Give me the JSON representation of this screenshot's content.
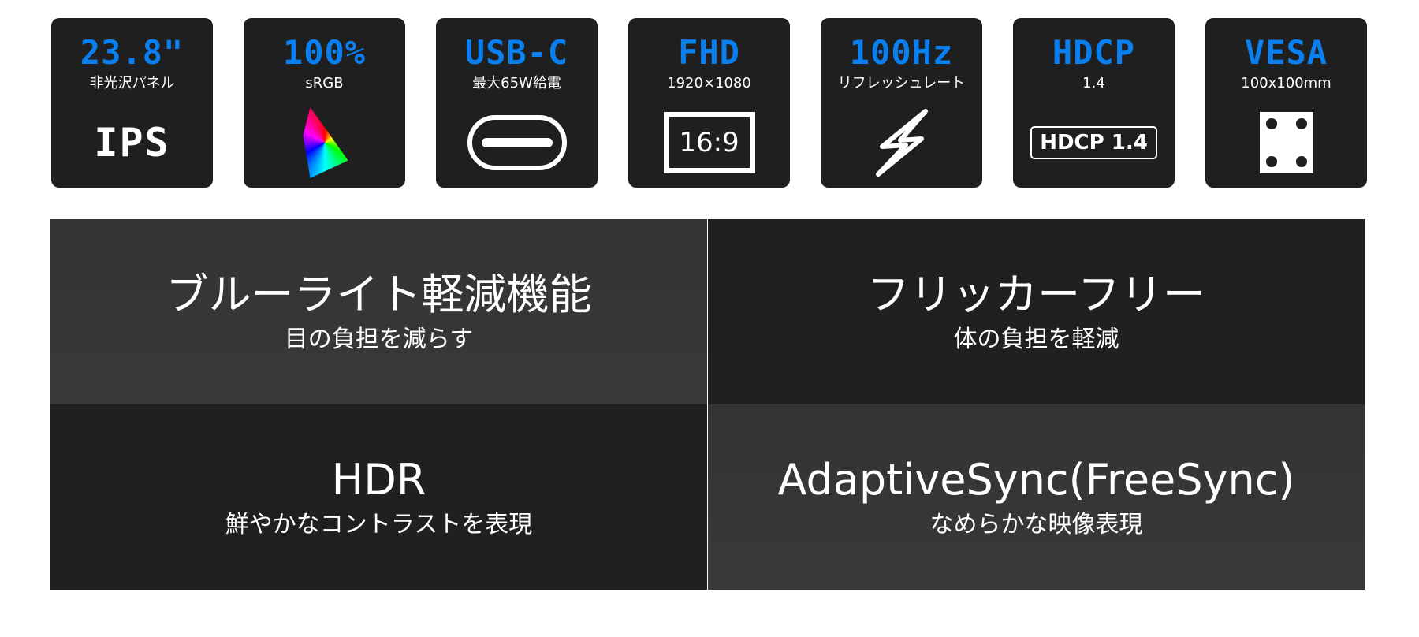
{
  "cards": [
    {
      "title": "23.8\"",
      "subtitle": "非光沢パネル",
      "icon_label": "IPS"
    },
    {
      "title": "100%",
      "subtitle": "sRGB"
    },
    {
      "title": "USB-C",
      "subtitle": "最大65W給電"
    },
    {
      "title": "FHD",
      "subtitle": "1920×1080",
      "icon_label": "16:9"
    },
    {
      "title": "100Hz",
      "subtitle": "リフレッシュレート"
    },
    {
      "title": "HDCP",
      "subtitle": "1.4",
      "icon_label": "HDCP 1.4"
    },
    {
      "title": "VESA",
      "subtitle": "100x100mm"
    }
  ],
  "features": [
    {
      "title": "ブルーライト軽減機能",
      "subtitle": "目の負担を減らす"
    },
    {
      "title": "フリッカーフリー",
      "subtitle": "体の負担を軽減"
    },
    {
      "title": "HDR",
      "subtitle": "鮮やかなコントラストを表現"
    },
    {
      "title": "AdaptiveSync(FreeSync)",
      "subtitle": "なめらかな映像表現"
    }
  ],
  "colors": {
    "accent": "#0a7ff0",
    "card_bg": "#1f1f1f"
  }
}
